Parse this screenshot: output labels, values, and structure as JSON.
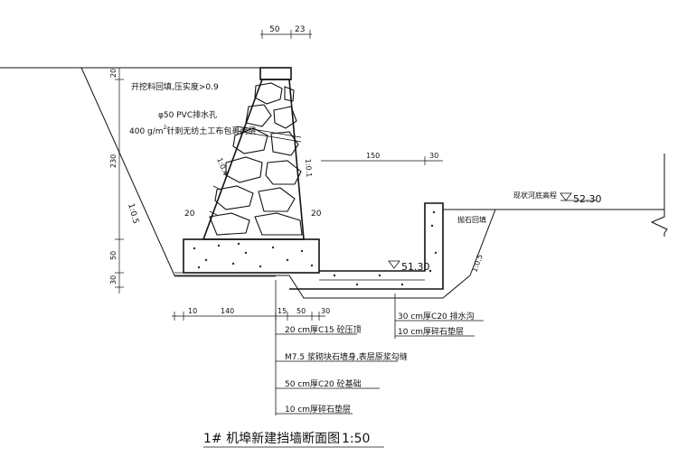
{
  "title": {
    "text": "1# 机埠新建挡墙断面图",
    "scale": "1:50"
  },
  "dimensions": {
    "top_width_1": "50",
    "top_width_2": "23",
    "cap_height": "20",
    "wall_height": "230",
    "base_height": "50",
    "cushion_height": "30",
    "toe_left": "20",
    "toe_right": "20",
    "bottom_left": "10",
    "bottom_140": "140",
    "bottom_15": "15",
    "bottom_50": "50",
    "bottom_30": "30",
    "channel_width": "150",
    "channel_wall": "30"
  },
  "slopes": {
    "back_slope": "1:0.5",
    "wall_back": "1:0.4",
    "wall_front": "1:0.1",
    "channel_slope": "1:0.5"
  },
  "notes": {
    "backfill": "开挖料回填,压实度>0.9",
    "drain_pipe": "φ50 PVC排水孔",
    "geotextile_prefix": "400 g/m",
    "geotextile_sup": "2",
    "geotextile_suffix": "针刺无纺土工布包裹两层",
    "riverbed_label": "现状河底高程",
    "riverbed_elev": "52.30",
    "channel_elev": "51.30",
    "rubble_fill": "抛石回填"
  },
  "callouts": {
    "channel_1": "30 cm厚C20 排水沟",
    "channel_2": "10 cm厚碎石垫层",
    "wall_1": "20 cm厚C15 砼压顶",
    "wall_2": "M7.5 浆砌块石墙身,表层原浆勾缝",
    "wall_3": "50 cm厚C20 砼基础",
    "wall_4": "10 cm厚碎石垫层"
  }
}
